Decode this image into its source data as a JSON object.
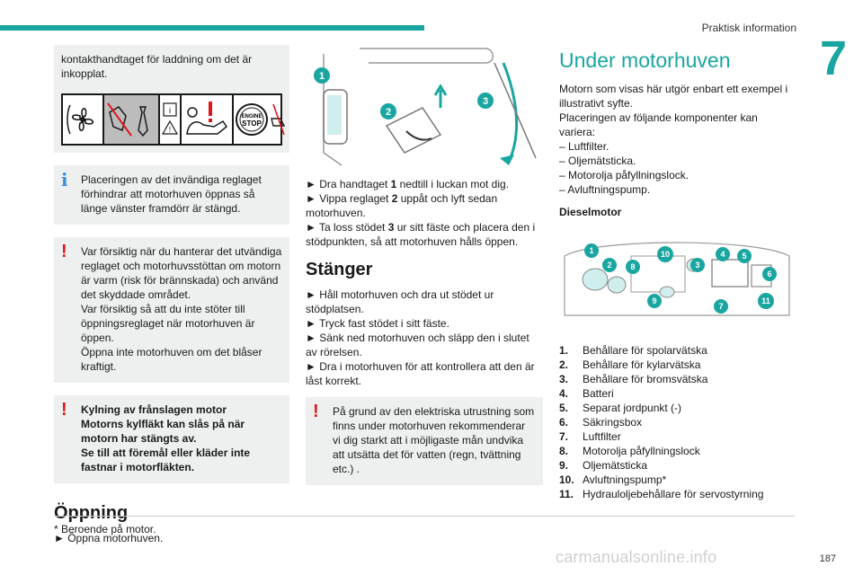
{
  "header": {
    "title": "Praktisk information",
    "chapter": "7"
  },
  "col1": {
    "intro": "kontakthandtaget för laddning om det är inkopplat.",
    "info_box": "Placeringen av det invändiga reglaget förhindrar att motorhuven öppnas så länge vänster framdörr är stängd.",
    "warn1": [
      "Var försiktig när du hanterar det utvändiga reglaget och motorhuvsstöttan om motorn är varm (risk för brännskada) och använd det skyddade området.",
      "Var försiktig så att du inte stöter till öppningsreglaget när motorhuven är öppen.",
      "Öppna inte motorhuven om det blåser kraftigt."
    ],
    "warn2": [
      "Kylning av frånslagen motor",
      "Motorns kylfläkt kan slås på när motorn har stängts av.",
      "Se till att föremål eller kläder inte fastnar i motorfläkten."
    ],
    "heading": "Öppning",
    "step": "► Öppna motorhuven."
  },
  "col2": {
    "steps": [
      [
        "► Dra handtaget ",
        "1",
        " nedtill i luckan mot dig."
      ],
      [
        "► Vippa reglaget ",
        "2",
        " uppåt och lyft sedan motorhuven."
      ],
      [
        "► Ta loss stödet ",
        "3",
        " ur sitt fäste och placera den i stödpunkten, så att motorhuven hålls öppen."
      ]
    ],
    "heading": "Stänger",
    "close_steps": [
      "► Håll motorhuven och dra ut stödet ur stödplatsen.",
      "► Tryck fast stödet i sitt fäste.",
      "► Sänk ned motorhuven och släpp den i slutet av rörelsen.",
      "► Dra i motorhuven för att kontrollera att den är låst korrekt."
    ],
    "warn": "På grund av den elektriska utrustning som finns under motorhuven rekommenderar vi dig starkt att i möjligaste mån undvika att utsätta det för vatten (regn, tvättning etc.) ."
  },
  "col3": {
    "heading": "Under motorhuven",
    "intro": [
      "Motorn som visas här utgör enbart ett exempel i illustrativt syfte.",
      "Placeringen av följande komponenter kan variera:"
    ],
    "dash_items": [
      "– Luftfilter.",
      "– Oljemätsticka.",
      "– Motorolja påfyllningslock.",
      "– Avluftningspump."
    ],
    "sub": "Dieselmotor",
    "items": [
      {
        "n": "1.",
        "t": "Behållare för spolarvätska"
      },
      {
        "n": "2.",
        "t": "Behållare för kylarvätska"
      },
      {
        "n": "3.",
        "t": "Behållare för bromsvätska"
      },
      {
        "n": "4.",
        "t": "Batteri"
      },
      {
        "n": "5.",
        "t": "Separat jordpunkt (-)"
      },
      {
        "n": "6.",
        "t": "Säkringsbox"
      },
      {
        "n": "7.",
        "t": "Luftfilter"
      },
      {
        "n": "8.",
        "t": "Motorolja påfyllningslock"
      },
      {
        "n": "9.",
        "t": "Oljemätsticka"
      },
      {
        "n": "10.",
        "t": "Avluftningspump*"
      },
      {
        "n": "11.",
        "t": "Hydrauloljebehållare för servostyrning"
      }
    ]
  },
  "icons": {
    "engine_stop": [
      "ENGINE",
      "STOP"
    ]
  },
  "footnote": "* Beroende på motor.",
  "page_number": "187",
  "watermark": "carmanualsonline.info"
}
